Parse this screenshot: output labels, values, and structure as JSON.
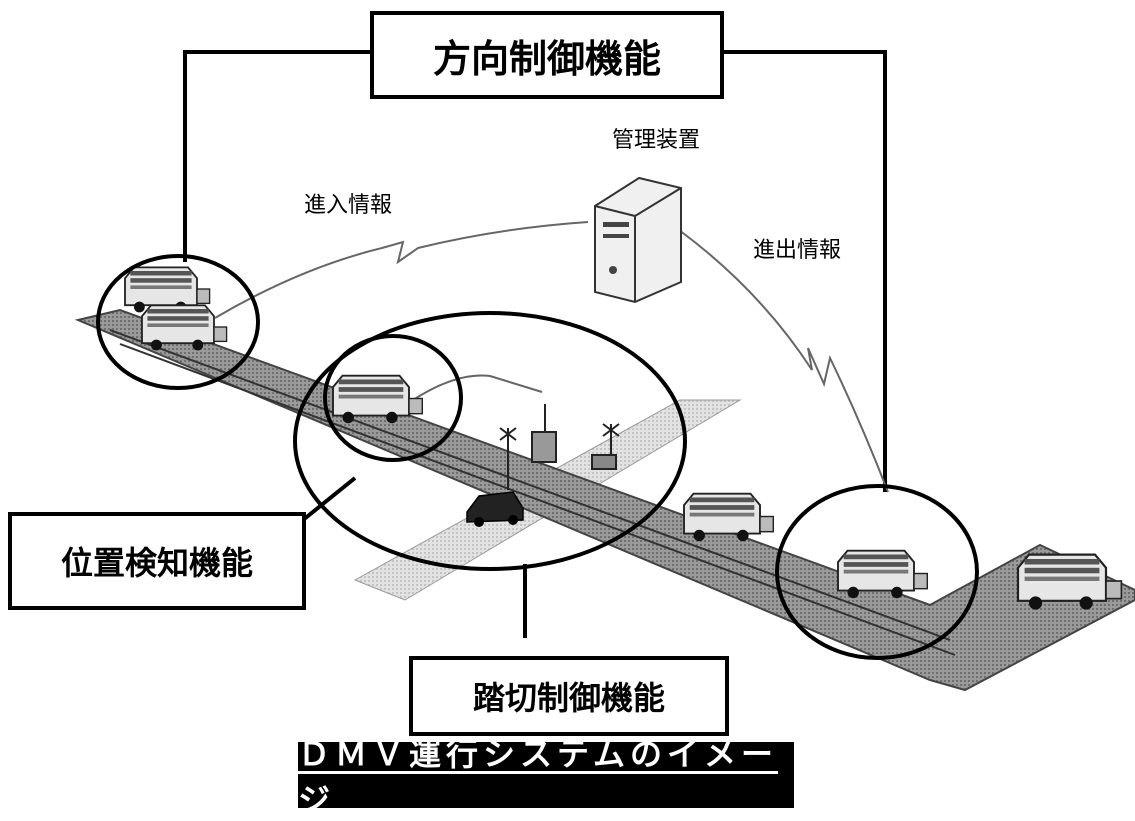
{
  "labels": {
    "direction_control": "方向制御機能",
    "management_device": "管理装置",
    "entry_info": "進入情報",
    "exit_info": "進出情報",
    "position_detection": "位置検知機能",
    "crossing_control": "踏切制御機能",
    "title": "ＤＭＶ運行システムのイメージ"
  },
  "icons": [
    "bus-icon",
    "server-icon",
    "car-icon",
    "crossing-signal-icon",
    "wireless-signal-icon"
  ]
}
